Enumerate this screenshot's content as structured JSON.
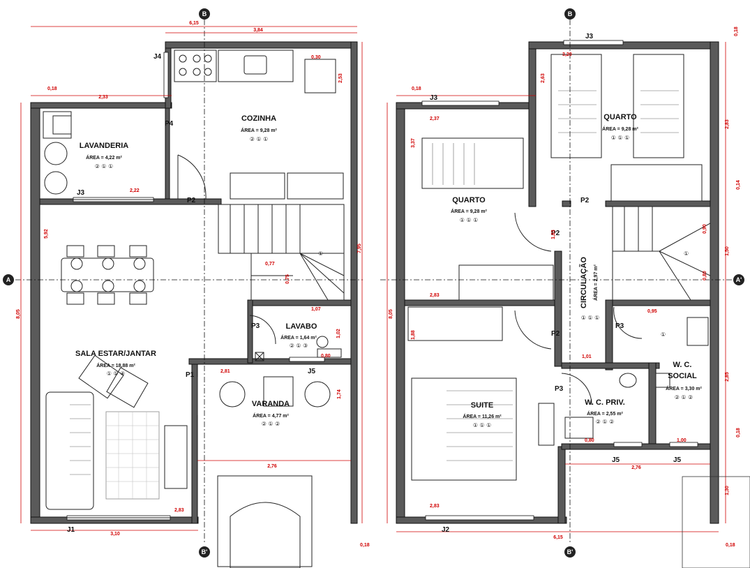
{
  "rooms": {
    "cozinha": {
      "name": "COZINHA",
      "area": "ÁREA = 9,28 m²",
      "codes": "② ① ①"
    },
    "lavanderia": {
      "name": "LAVANDERIA",
      "area": "ÁREA = 4,22 m²",
      "codes": "② ① ①"
    },
    "sala": {
      "name": "SALA ESTAR/JANTAR",
      "area": "ÁREA = 18,88 m²",
      "codes": "① ① ④"
    },
    "lavabo": {
      "name": "LAVABO",
      "area": "ÁREA = 1,64 m²",
      "codes": "② ① ③"
    },
    "varanda": {
      "name": "VARANDA",
      "area": "ÁREA = 4,77 m²",
      "codes": "② ① ②"
    },
    "quarto1": {
      "name": "QUARTO",
      "area": "ÁREA = 9,28 m²",
      "codes": "① ① ①"
    },
    "quarto2": {
      "name": "QUARTO",
      "area": "ÁREA = 9,28 m²",
      "codes": "① ① ①"
    },
    "circulacao": {
      "name": "CIRCULAÇÃO",
      "area": "ÁREA = 2,97 m²",
      "codes": "① ① ①"
    },
    "suite": {
      "name": "SUITE",
      "area": "ÁREA = 11,26 m²",
      "codes": "① ① ①"
    },
    "wc_priv": {
      "name": "W. C. PRIV.",
      "area": "ÁREA = 2,55 m²",
      "codes": "② ① ②"
    },
    "wc_social_1": {
      "name": "W. C.",
      "area": "ÁREA = 3,30 m²",
      "codes": "② ① ②"
    },
    "wc_social_2": {
      "name": "SOCIAL"
    }
  },
  "labels": {
    "j4": "J4",
    "p4": "P4",
    "j3_ground": "J3",
    "p2_ground": "P2",
    "p3_ground": "P3",
    "p1": "P1",
    "j5_ground": "J5",
    "j1": "J1",
    "j3_upper_top": "J3",
    "j3_upper_left": "J3",
    "p2_upper_a": "P2",
    "p2_upper_b": "P2",
    "p2_upper_c": "P2",
    "p3_upper_a": "P3",
    "p3_upper_b": "P3",
    "j5_upper_a": "J5",
    "j5_upper_b": "J5",
    "j2": "J2"
  },
  "section_markers": {
    "b_top_left": "B",
    "b_bottom_left": "B'",
    "a_left": "A",
    "b_top_right": "B",
    "b_bottom_right": "B'",
    "a_right": "A'"
  },
  "dimensions": {
    "g_total_top": "6,15",
    "g_kitchen_width": "3,84",
    "g_wall_018a": "0,18",
    "g_laundry_width": "2,33",
    "g_kitchen_depth": "2,53",
    "g_left_total": "8,05",
    "g_right_total": "7,95",
    "g_sala_mid": "5,92",
    "g_laundry_j3": "2,22",
    "g_kitchen_030": "0,30",
    "g_077": "0,77",
    "g_075": "0,75",
    "g_lav_107": "1,07",
    "g_lav_102": "1,02",
    "g_lav_080": "0,80",
    "g_varanda_281": "2,81",
    "g_varanda_174": "1,74",
    "g_276": "2,76",
    "g_283": "2,83",
    "g_bottom_310": "3,10",
    "g_bottom_018": "0,18",
    "u_total_top_018": "0,18",
    "u_left_018": "0,18",
    "u_q_337": "3,37",
    "u_q_237": "2,37",
    "u_q2_320": "3,20",
    "u_q2_263": "2,63",
    "u_q2_283": "2,83",
    "u_014": "0,14",
    "u_right_150": "1,50",
    "u_090": "0,90",
    "u_080": "0,80",
    "u_left_total": "8,05",
    "u_283a": "2,83",
    "u_183": "1,83",
    "u_101": "1,01",
    "u_wc_095": "0,95",
    "u_285": "2,85",
    "u_wc_100": "1,00",
    "u_wc_080": "0,80",
    "u_018b": "0,18",
    "u_276": "2,76",
    "u_130": "1,30",
    "u_283b": "2,83",
    "u_total_bottom": "6,15",
    "u_bottom_018": "0,18",
    "u_suite_188": "1,88"
  },
  "step_marks": {
    "ground": "①",
    "upper": "①",
    "wc_social": "①"
  }
}
